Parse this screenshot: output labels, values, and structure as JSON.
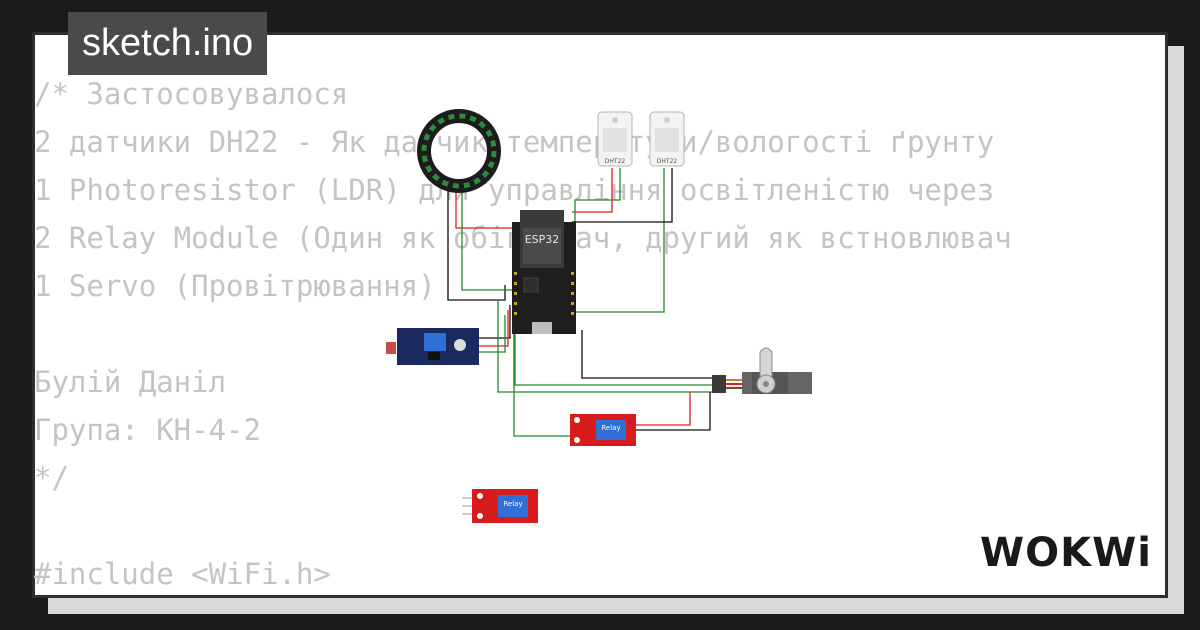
{
  "header": {
    "filename": "sketch.ino"
  },
  "code_lines": [
    "/* Застосовувалося",
    "2 датчики DH22 - Як датчик температури/вологості ґрунту",
    "1 Photoresistor (LDR) для управління освітленістю через",
    "2 Relay Module (Один як обігрівач, другий як встновлювач",
    "1 Servo (Провітрювання)",
    "",
    "Булій Даніл",
    "Група: КН-4-2",
    "*/",
    "",
    "#include <WiFi.h>"
  ],
  "circuit": {
    "board_label": "ESP32",
    "dht_label": "DHT22",
    "relay_label": "Relay"
  },
  "brand": {
    "logo_text": "WOKWi"
  },
  "colors": {
    "background": "#1a1a1a",
    "panel": "#ffffff",
    "code_text": "#c4c4c4",
    "title_bg": "#4a4a4a",
    "wire_red": "#e11d1d",
    "wire_green": "#1f8a2a",
    "wire_black": "#111111",
    "relay_board": "#d81b1b",
    "ldr_board": "#1b2a5e"
  }
}
